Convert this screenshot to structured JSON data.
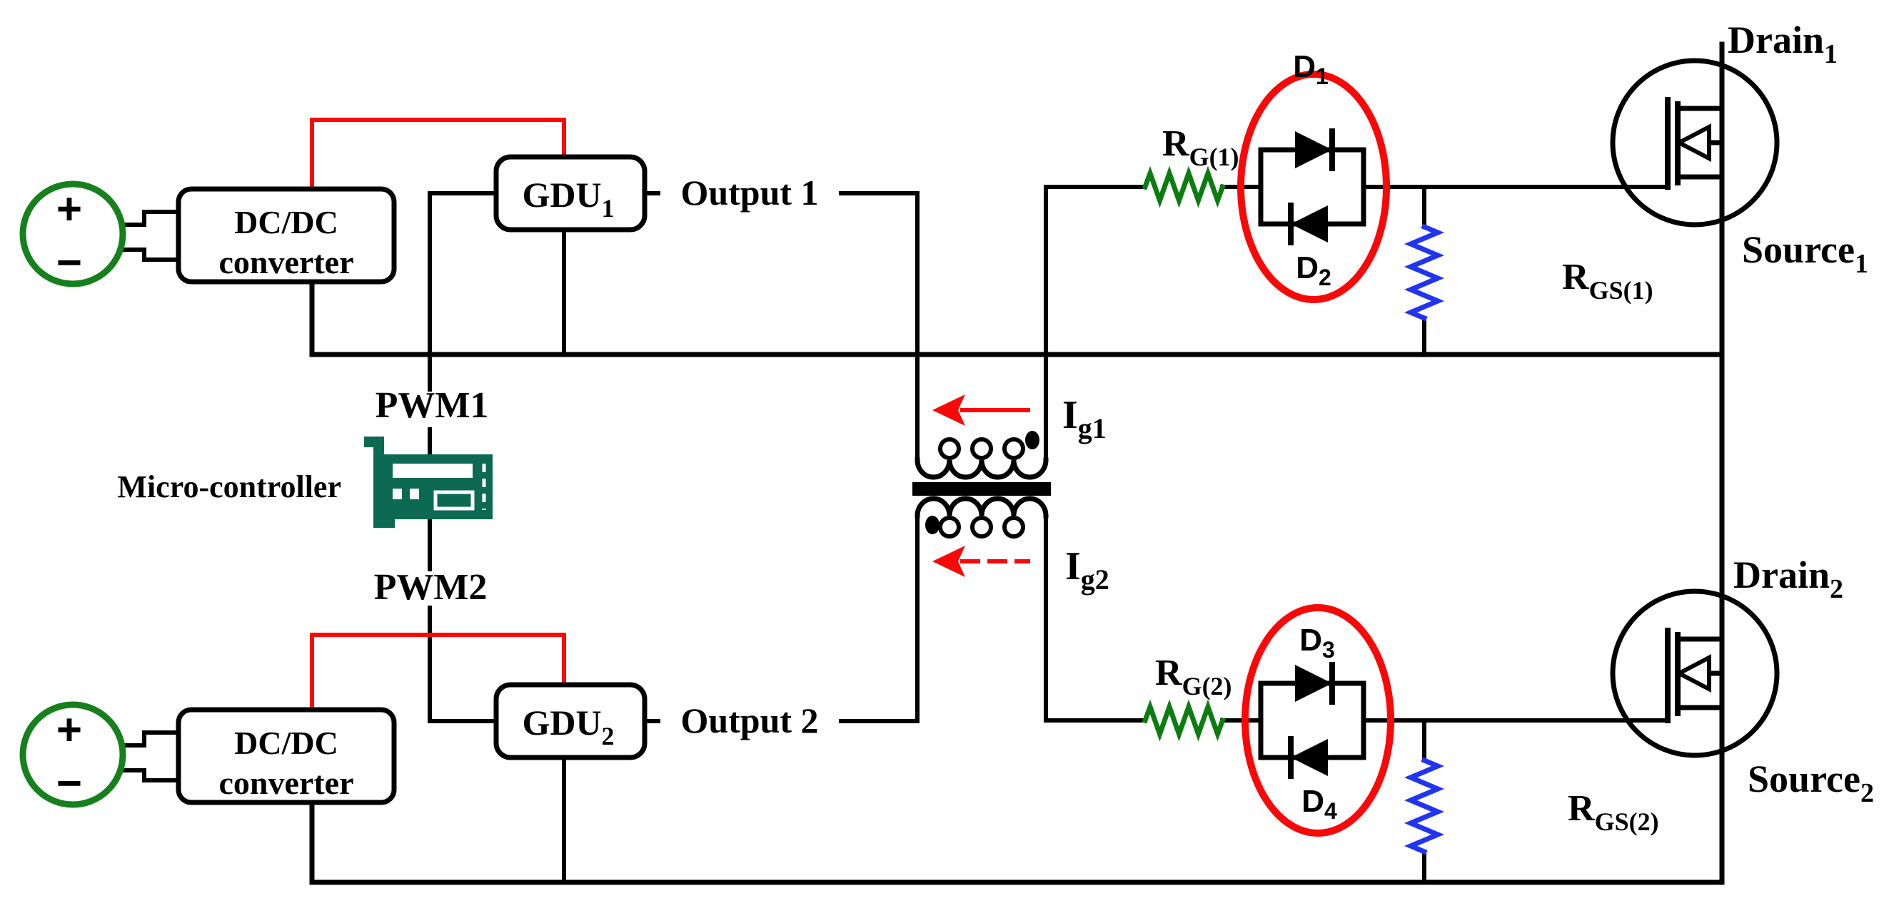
{
  "colors": {
    "red": "#fa0707",
    "source_green": "#16801c",
    "resistor_green": "#0c7c10",
    "resistor_blue": "#2134f0",
    "teal": "#0c6a52",
    "black": "#000000"
  },
  "sources": {
    "source1": {
      "plus": "+",
      "minus": "−"
    },
    "source2": {
      "plus": "+",
      "minus": "−"
    }
  },
  "converters": {
    "dcdc1": {
      "line1": "DC/DC",
      "line2": "converter"
    },
    "dcdc2": {
      "line1": "DC/DC",
      "line2": "converter"
    }
  },
  "gdus": {
    "gdu1": {
      "base": "GDU",
      "sub": "1"
    },
    "gdu2": {
      "base": "GDU",
      "sub": "2"
    }
  },
  "outputs": {
    "output1": "Output 1",
    "output2": "Output 2"
  },
  "pwm": {
    "pwm1": "PWM1",
    "pwm2": "PWM2"
  },
  "microcontroller": {
    "label": "Micro-controller"
  },
  "currents": {
    "ig1": {
      "base": "I",
      "sub": "g1"
    },
    "ig2": {
      "base": "I",
      "sub": "g2"
    }
  },
  "resistors": {
    "rg1": {
      "base": "R",
      "sub": "G(1)"
    },
    "rg2": {
      "base": "R",
      "sub": "G(2)"
    },
    "rgs1": {
      "base": "R",
      "sub": "GS(1)"
    },
    "rgs2": {
      "base": "R",
      "sub": "GS(2)"
    }
  },
  "diodes": {
    "d1": {
      "base": "D",
      "sub": "1"
    },
    "d2": {
      "base": "D",
      "sub": "2"
    },
    "d3": {
      "base": "D",
      "sub": "3"
    },
    "d4": {
      "base": "D",
      "sub": "4"
    }
  },
  "mosfets": {
    "mosfet1": {
      "drain": {
        "base": "Drain",
        "sub": "1"
      },
      "source": {
        "base": "Source",
        "sub": "1"
      }
    },
    "mosfet2": {
      "drain": {
        "base": "Drain",
        "sub": "2"
      },
      "source": {
        "base": "Source",
        "sub": "2"
      }
    }
  }
}
